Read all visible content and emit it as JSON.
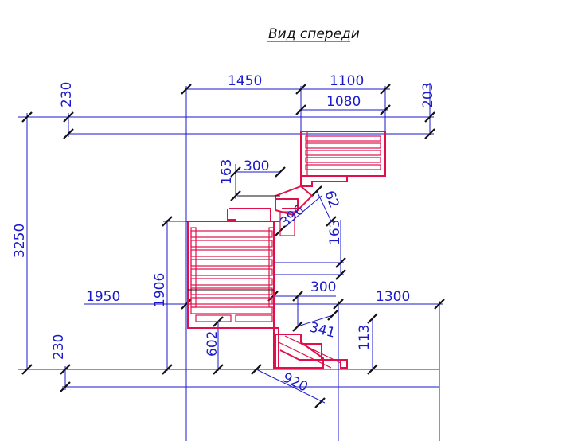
{
  "title": "Вид спереди",
  "colors": {
    "dimension": "#1a1acc",
    "part": "#e0104a",
    "tick": "#111111",
    "background": "#ffffff"
  },
  "dimensions": {
    "d1450": "1450",
    "d1100": "1100",
    "d1080": "1080",
    "d230_top": "230",
    "d203": "203",
    "d300_top": "300",
    "d163_top": "163",
    "d62": "62",
    "d396": "396",
    "d163_mid": "163",
    "d3250": "3250",
    "d1906": "1906",
    "d1950": "1950",
    "d300_mid": "300",
    "d1300": "1300",
    "d341": "341",
    "d602": "602",
    "d113": "113",
    "d230_bottom": "230",
    "d920": "920"
  }
}
